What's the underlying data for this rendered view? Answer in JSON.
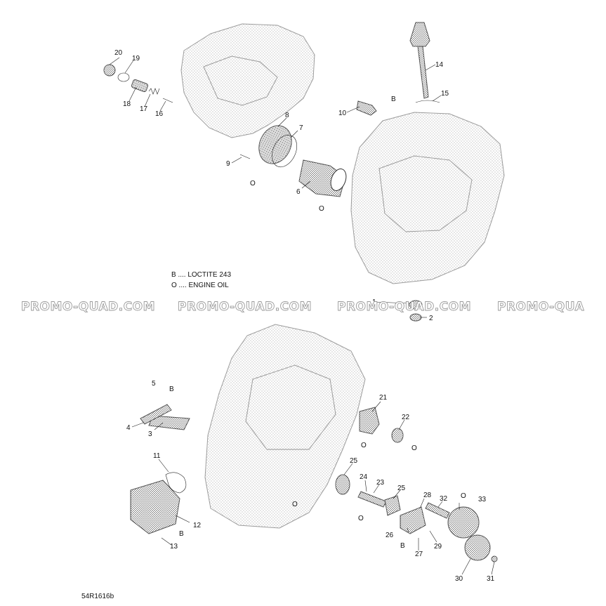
{
  "legend": {
    "loctite": "B .... LOCTITE 243",
    "engine_oil": "O .... ENGINE OIL"
  },
  "watermark": {
    "text_1": "PROMO-QUAD.COM",
    "text_2": "PROMO-QUAD.COM",
    "text_3": "PROMO-QUAD.COM",
    "text_4": "PROMO-QUA"
  },
  "reference_code": "54R1616b",
  "callouts": {
    "c1": "1",
    "c2": "2",
    "c3": "3",
    "c4": "4",
    "c5": "5",
    "c6": "6",
    "c7": "7",
    "c8": "8",
    "c9": "9",
    "c10": "10",
    "c11": "11",
    "c12": "12",
    "c13": "13",
    "c14": "14",
    "c15": "15",
    "c16": "16",
    "c17": "17",
    "c18": "18",
    "c19": "19",
    "c20": "20",
    "c21": "21",
    "c22": "22",
    "c23": "23",
    "c24": "24",
    "c25a": "25",
    "c25b": "25",
    "c26": "26",
    "c27": "27",
    "c28": "28",
    "c29": "29",
    "c30": "30",
    "c31": "31",
    "c32": "32",
    "c33": "33"
  },
  "symbols": {
    "b_5": "B",
    "b_10": "B",
    "b_13": "B",
    "b_26": "B",
    "o_6": "O",
    "o_9": "O",
    "o_21": "O",
    "o_22": "O",
    "o_case": "O",
    "o_24": "O",
    "o_32": "O"
  },
  "colors": {
    "line": "#222222",
    "stipple": "#9a9a9a",
    "watermark_outline": "#9a9a9a"
  }
}
